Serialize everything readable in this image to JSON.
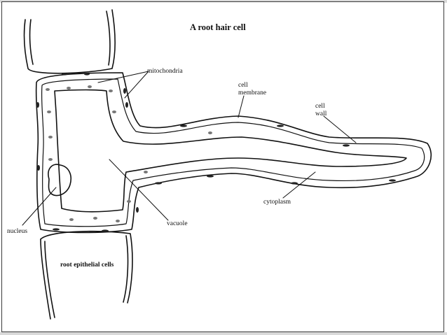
{
  "diagram": {
    "title": "A root hair cell",
    "labels": {
      "mitochondria": "mitochondria",
      "cell_membrane_1": "cell",
      "cell_membrane_2": "membrane",
      "cell_wall_1": "cell",
      "cell_wall_2": "wall",
      "cytoplasm": "cytoplasm",
      "vacuole": "vacuole",
      "nucleus": "nucleus",
      "epithelial": "root epithelial cells"
    }
  }
}
